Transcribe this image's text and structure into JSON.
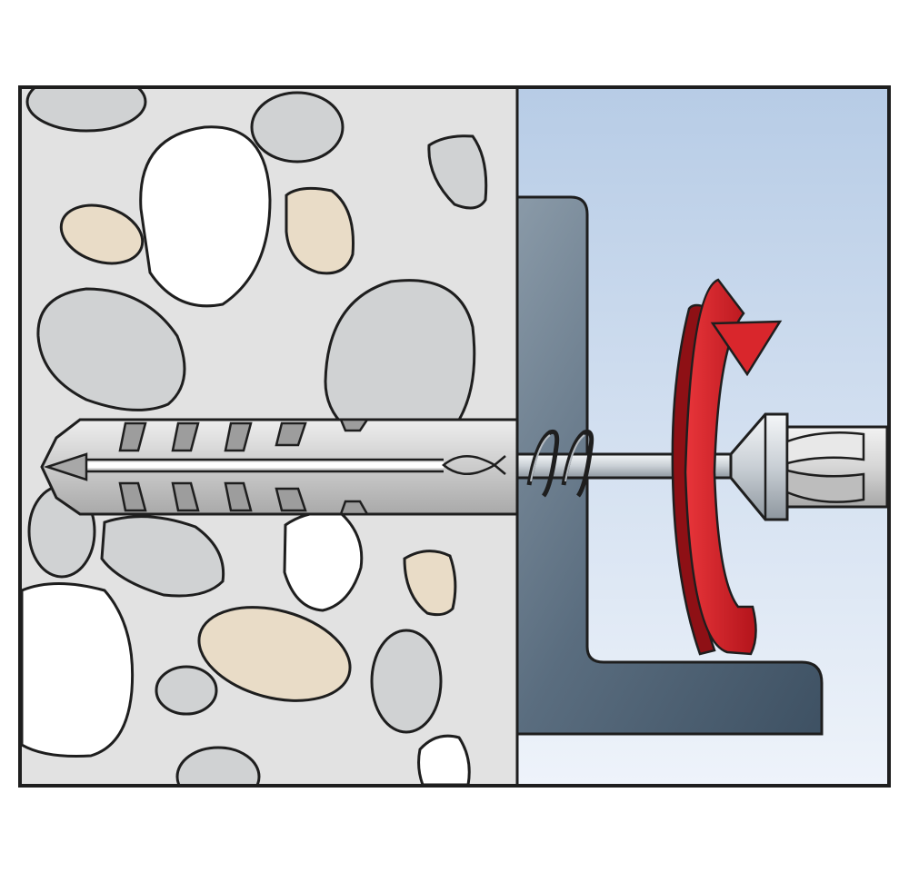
{
  "diagram": {
    "kind": "installation-step",
    "panels": [
      "masonry-wall",
      "angle-bracket"
    ],
    "parts": [
      "wall-plug",
      "countersunk-screw",
      "screwdriver-bit",
      "rotation-arrow"
    ],
    "rotation": "clockwise",
    "colors": {
      "frame": "#1e1e1e",
      "concrete": "#e2e2e2",
      "stone_gray": "#d0d2d3",
      "stone_white": "#ffffff",
      "stone_tan": "#e9dcc7",
      "sky_top": "#b7cce6",
      "sky_bottom": "#eef3fa",
      "bracket": "#4d6173",
      "plug": "#c8c8c8",
      "screw": "#d9dde1",
      "arrow": "#d9262c"
    }
  }
}
